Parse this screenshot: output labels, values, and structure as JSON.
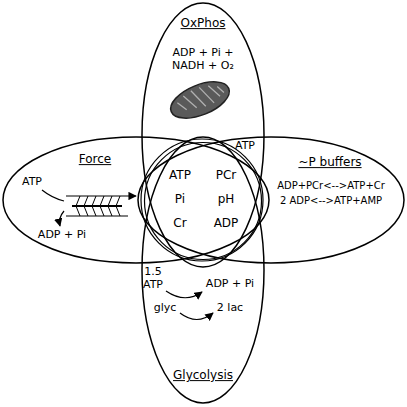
{
  "diagram": {
    "nodes": [
      {
        "text": [
          "OxPhos",
          "ADP + Pi + NADH + O₂",
          "ATP"
        ]
      },
      {
        "text": [
          "Force",
          "ATP",
          "ADP + Pi"
        ]
      },
      {
        "text": [
          "ATP",
          "PCr",
          "Pi",
          "pH",
          "Cr",
          "ADP"
        ]
      },
      {
        "text": [
          "~P buffers",
          "ADP+PCr<-->ATP+Cr",
          "2 ADP<-->ATP+AMP"
        ]
      },
      {
        "text": [
          "1.5",
          "ATP",
          "ADP + Pi",
          "glyc",
          "2 lac",
          "Glycolysis"
        ]
      }
    ]
  }
}
